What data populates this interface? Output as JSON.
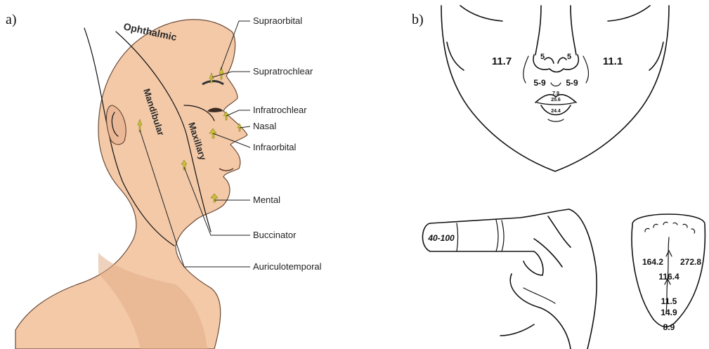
{
  "panel_a": {
    "label": "a)",
    "regions": {
      "ophthalmic": "Ophthalmic",
      "mandibular": "Mandibular",
      "maxillary": "Maxillary"
    },
    "nerves": {
      "supraorbital": "Supraorbital",
      "supratrochlear": "Supratrochlear",
      "infratrochlear": "Infratrochlear",
      "nasal": "Nasal",
      "infraorbital": "Infraorbital",
      "mental": "Mental",
      "buccinator": "Buccinator",
      "auriculotemporal": "Auriculotemporal"
    },
    "colors": {
      "skin": "#f3c9a8",
      "skin_shadow": "#e2ad88",
      "nerve": "#c9c23a"
    }
  },
  "panel_b": {
    "label": "b)",
    "face": {
      "cheek_left": "11.7",
      "cheek_right": "11.1",
      "nostril_left": "5",
      "nostril_right": "5",
      "upper_lip_left": "5-9",
      "upper_lip_right": "5-9",
      "lip_top": "7.9",
      "lip_mid": "25.6",
      "lip_bottom": "24.4"
    },
    "finger": {
      "tip": "40-100"
    },
    "tongue": {
      "left": "164.2",
      "right": "272.8",
      "mid": "116.4",
      "lower1": "11.5",
      "lower2": "14.9",
      "tip": "8.9"
    }
  }
}
